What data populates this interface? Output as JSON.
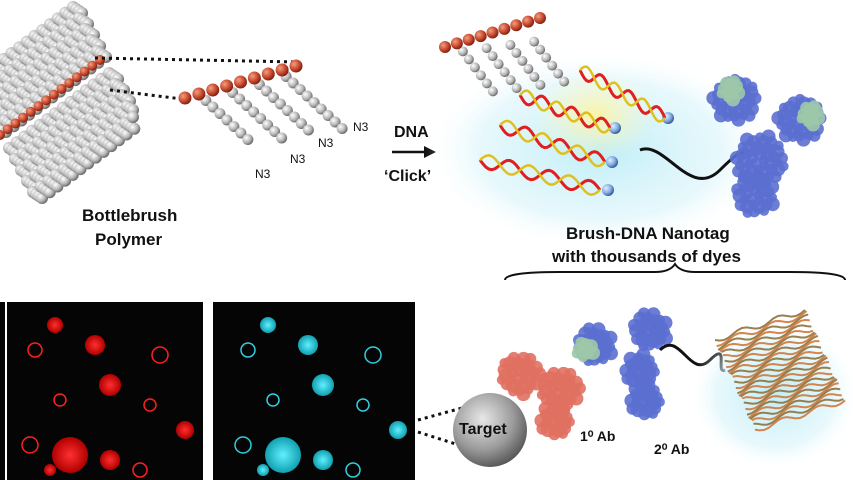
{
  "labels": {
    "bottlebrush_line1": "Bottlebrush",
    "bottlebrush_line2": "Polymer",
    "azide": "N3",
    "dna": "DNA",
    "click": "‘Click’",
    "nanotag_line1": "Brush-DNA Nanotag",
    "nanotag_line2": "with thousands of dyes",
    "target": "Target",
    "primary_ab": "1⁰ Ab",
    "secondary_ab": "2⁰ Ab"
  },
  "colors": {
    "backbone": "#c8452c",
    "side_chain": "#b8b8b8",
    "dna_strand_a": "#e02020",
    "dna_strand_b": "#e0c020",
    "antibody_blue": "#5b6fd0",
    "antibody_green": "#9cc8a8",
    "antibody_red": "#e07060",
    "glow_cyan": "#8fe0f0",
    "micro_red": "#ff2020",
    "micro_cyan": "#30d0e0"
  },
  "panels": {
    "microscopy_red": "red-fluorescence-image",
    "microscopy_cyan": "cyan-fluorescence-image"
  }
}
